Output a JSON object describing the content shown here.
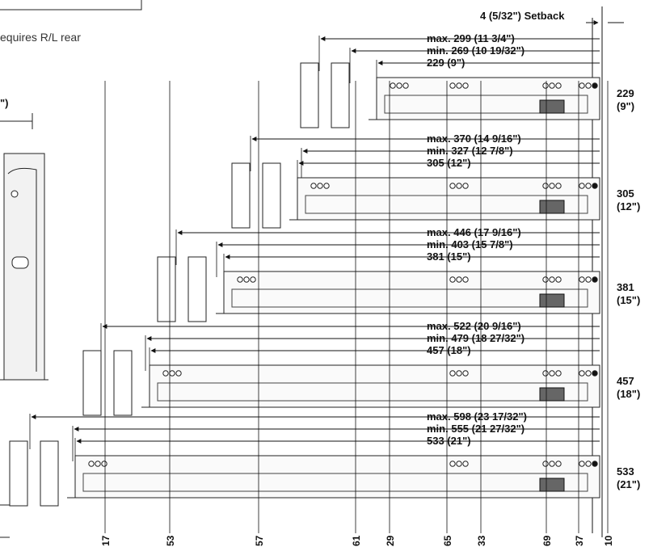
{
  "top_note": "equires R/L rear",
  "setback_label": "4 (5/32\") Setback",
  "left_fragment": "\")",
  "slides": [
    {
      "size": "229",
      "size_in": "(9\")",
      "dims": [
        "max. 299 (11 3/4\")",
        "min. 269 (10 19/32\")",
        "229 (9\")"
      ]
    },
    {
      "size": "305",
      "size_in": "(12\")",
      "dims": [
        "max. 370 (14 9/16\")",
        "min. 327 (12 7/8\")",
        "305 (12\")"
      ]
    },
    {
      "size": "381",
      "size_in": "(15\")",
      "dims": [
        "max. 446 (17 9/16\")",
        "min. 403 (15 7/8\")",
        "381 (15\")"
      ]
    },
    {
      "size": "457",
      "size_in": "(18\")",
      "dims": [
        "max. 522 (20 9/16\")",
        "min. 479 (18 27/32\")",
        "457 (18\")"
      ]
    },
    {
      "size": "533",
      "size_in": "(21\")",
      "dims": [
        "max. 598 (23 17/32\")",
        "min. 555 (21 27/32\")",
        "533 (21\")"
      ]
    }
  ],
  "bottom_ticks": [
    "17",
    "53",
    "57",
    "61",
    "29",
    "65",
    "33",
    "69",
    "37",
    "10"
  ]
}
